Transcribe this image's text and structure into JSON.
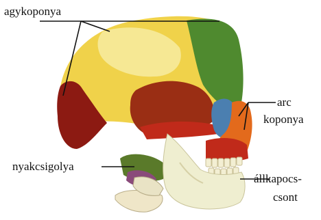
{
  "figure": {
    "labels": {
      "cranium": "agykoponya",
      "facial_line1": "arc",
      "facial_line2": "koponya",
      "cervical": "nyakcsigolya",
      "mandible_line1": "állkapocs-",
      "mandible_line2": "csont"
    }
  },
  "colors": {
    "yellow": "#f0d24a",
    "pale_yellow": "#f6ea9c",
    "green": "#4f8a2f",
    "dark_red": "#8c1a12",
    "red": "#c02a1a",
    "maroon": "#7a2412",
    "blue": "#4b7fb0",
    "orange": "#e36a1c",
    "bone": "#efeed0",
    "leader_line": "#111111"
  }
}
